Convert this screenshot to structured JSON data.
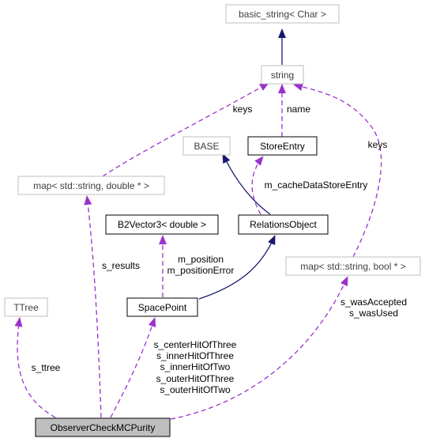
{
  "colors": {
    "solid_border": "#000000",
    "gray_border": "#bfbfbf",
    "gray_text": "#404040",
    "focus_fill": "#bfbfbf",
    "inherit_edge": "#191970",
    "usage_edge": "#9a32cd"
  },
  "nodes": {
    "basic_string": {
      "label": "basic_string< Char >"
    },
    "string": {
      "label": "string"
    },
    "base": {
      "label": "BASE"
    },
    "store_entry": {
      "label": "StoreEntry"
    },
    "map_double": {
      "label": "map< std::string, double * >"
    },
    "relations_object": {
      "label": "RelationsObject"
    },
    "b2vector3": {
      "label": "B2Vector3< double >"
    },
    "map_bool": {
      "label": "map< std::string, bool * >"
    },
    "ttree": {
      "label": "TTree"
    },
    "space_point": {
      "label": "SpacePoint"
    },
    "observer": {
      "label": "ObserverCheckMCPurity"
    }
  },
  "edge_labels": {
    "keys_left": "keys",
    "name": "name",
    "keys_right": "keys",
    "m_cache": "m_cacheDataStoreEntry",
    "s_results": "s_results",
    "m_position": [
      "m_position",
      "m_positionError"
    ],
    "s_was": [
      "s_wasAccepted",
      "s_wasUsed"
    ],
    "s_ttree": "s_ttree",
    "s_hits": [
      "s_centerHitOfThree",
      "s_innerHitOfThree",
      "s_innerHitOfTwo",
      "s_outerHitOfThree",
      "s_outerHitOfTwo"
    ]
  }
}
